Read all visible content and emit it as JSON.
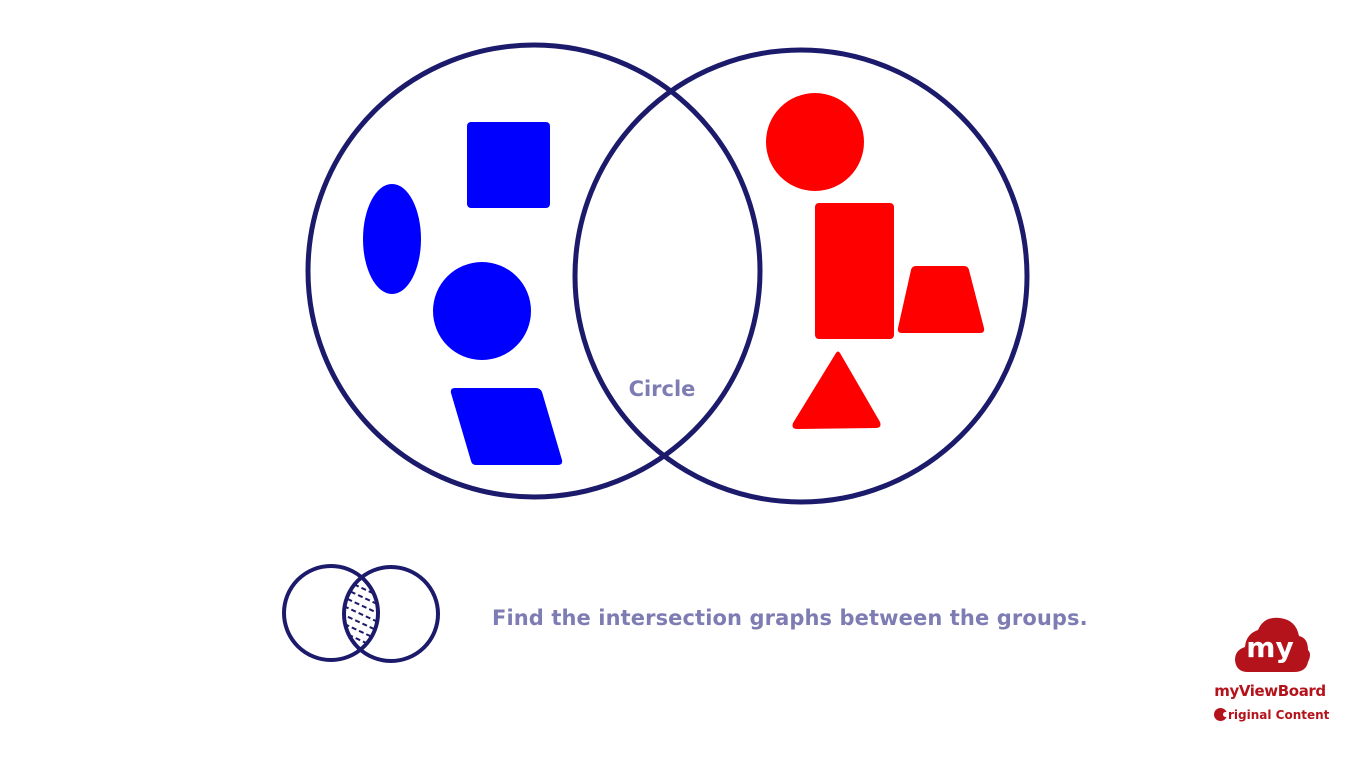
{
  "diagram": {
    "intersection_label": "Circle",
    "instruction": "Find the intersection graphs between the groups.",
    "colors": {
      "outline": "#1c1a6b",
      "left_group": "#0000ff",
      "right_group": "#ff0000",
      "label": "#7d7db3"
    },
    "left_group_shapes": [
      "oval",
      "square",
      "circle",
      "parallelogram"
    ],
    "right_group_shapes": [
      "circle",
      "rectangle",
      "trapezoid",
      "triangle"
    ],
    "intersection_shapes": []
  },
  "branding": {
    "logo_text": "my",
    "name": "myViewBoard",
    "sub": "riginal Content",
    "color": "#b5131b"
  }
}
